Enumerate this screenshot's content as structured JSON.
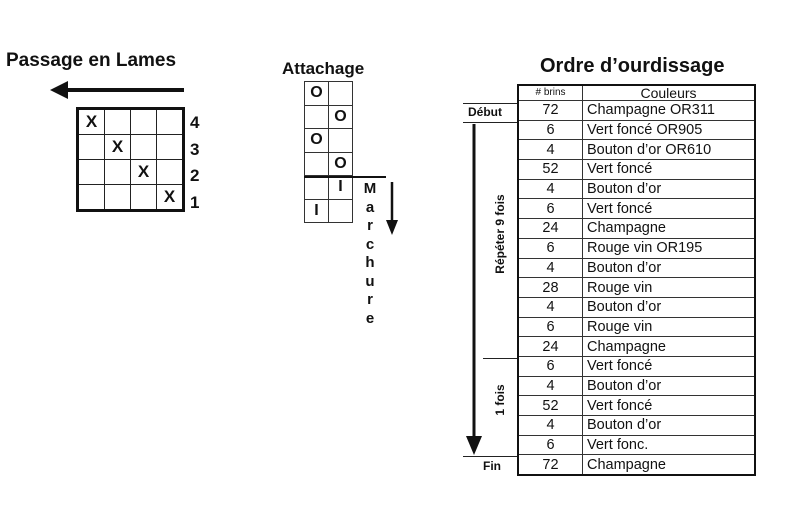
{
  "passage": {
    "title": "Passage en Lames",
    "grid": [
      [
        "X",
        "",
        "",
        ""
      ],
      [
        "",
        "X",
        "",
        ""
      ],
      [
        "",
        "",
        "X",
        ""
      ],
      [
        "",
        "",
        "",
        "X"
      ]
    ],
    "row_numbers": [
      "4",
      "3",
      "2",
      "1"
    ]
  },
  "attachage": {
    "title": "Attachage",
    "grid": [
      [
        "O",
        ""
      ],
      [
        "",
        "O"
      ],
      [
        "O",
        ""
      ],
      [
        "",
        "O"
      ],
      [
        "",
        "I"
      ],
      [
        "I",
        ""
      ]
    ],
    "marche_letters": [
      "M",
      "a",
      "r",
      "c",
      "h",
      "u",
      "r",
      "e"
    ]
  },
  "ordre": {
    "title": "Ordre d’ourdissage",
    "header": {
      "brins": "# brins",
      "couleurs": "Couleurs"
    },
    "debut_label": "Début",
    "fin_label": "Fin",
    "repeat_label": "Répéter 9 fois",
    "once_label": "1 fois",
    "rows": [
      {
        "n": "72",
        "c": "Champagne OR311"
      },
      {
        "n": "6",
        "c": "Vert foncé OR905"
      },
      {
        "n": "4",
        "c": "Bouton d’or OR610"
      },
      {
        "n": "52",
        "c": "Vert foncé"
      },
      {
        "n": "4",
        "c": "Bouton d’or"
      },
      {
        "n": "6",
        "c": "Vert foncé"
      },
      {
        "n": "24",
        "c": "Champagne"
      },
      {
        "n": "6",
        "c": "Rouge vin OR195"
      },
      {
        "n": "4",
        "c": "Bouton d’or"
      },
      {
        "n": "28",
        "c": "Rouge vin"
      },
      {
        "n": "4",
        "c": "Bouton d’or"
      },
      {
        "n": "6",
        "c": "Rouge vin"
      },
      {
        "n": "24",
        "c": "Champagne"
      },
      {
        "n": "6",
        "c": "Vert foncé"
      },
      {
        "n": "4",
        "c": "Bouton d’or"
      },
      {
        "n": "52",
        "c": "Vert foncé"
      },
      {
        "n": "4",
        "c": "Bouton d’or"
      },
      {
        "n": "6",
        "c": "Vert fonc."
      },
      {
        "n": "72",
        "c": "Champagne"
      }
    ]
  }
}
